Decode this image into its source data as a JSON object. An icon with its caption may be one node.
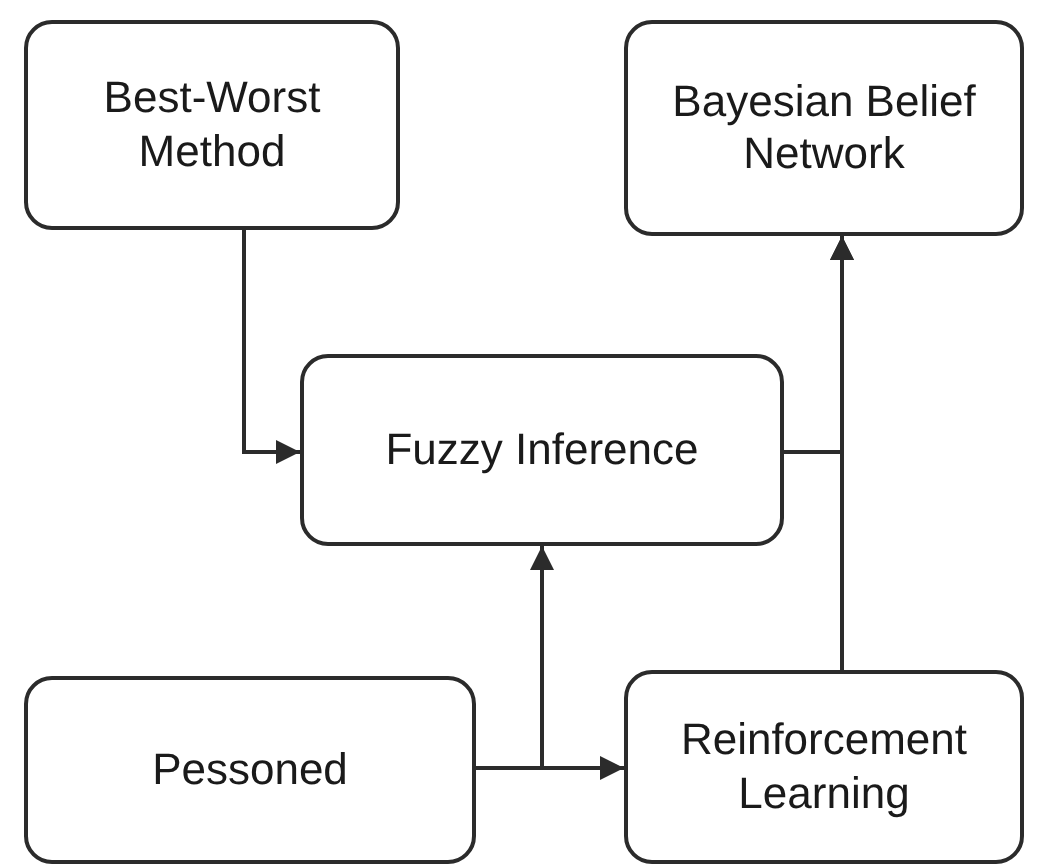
{
  "diagram": {
    "nodes": [
      {
        "text": [
          "Best-Worst Method"
        ]
      },
      {
        "text": [
          "Bayesian Belief Network"
        ]
      },
      {
        "text": [
          "Fuzzy Inference"
        ]
      },
      {
        "text": [
          "Pessoned"
        ]
      },
      {
        "text": [
          "Reinforcement Learning"
        ]
      }
    ],
    "edges": [
      {
        "from": 0,
        "to": 2,
        "arrow": "to"
      },
      {
        "from": 3,
        "to": 4,
        "arrow": "to"
      },
      {
        "from": 3,
        "to": 2,
        "arrow": "to"
      },
      {
        "from": 2,
        "to": 1,
        "arrow": "to"
      },
      {
        "from": 4,
        "to": 1,
        "arrow": "to"
      }
    ]
  }
}
